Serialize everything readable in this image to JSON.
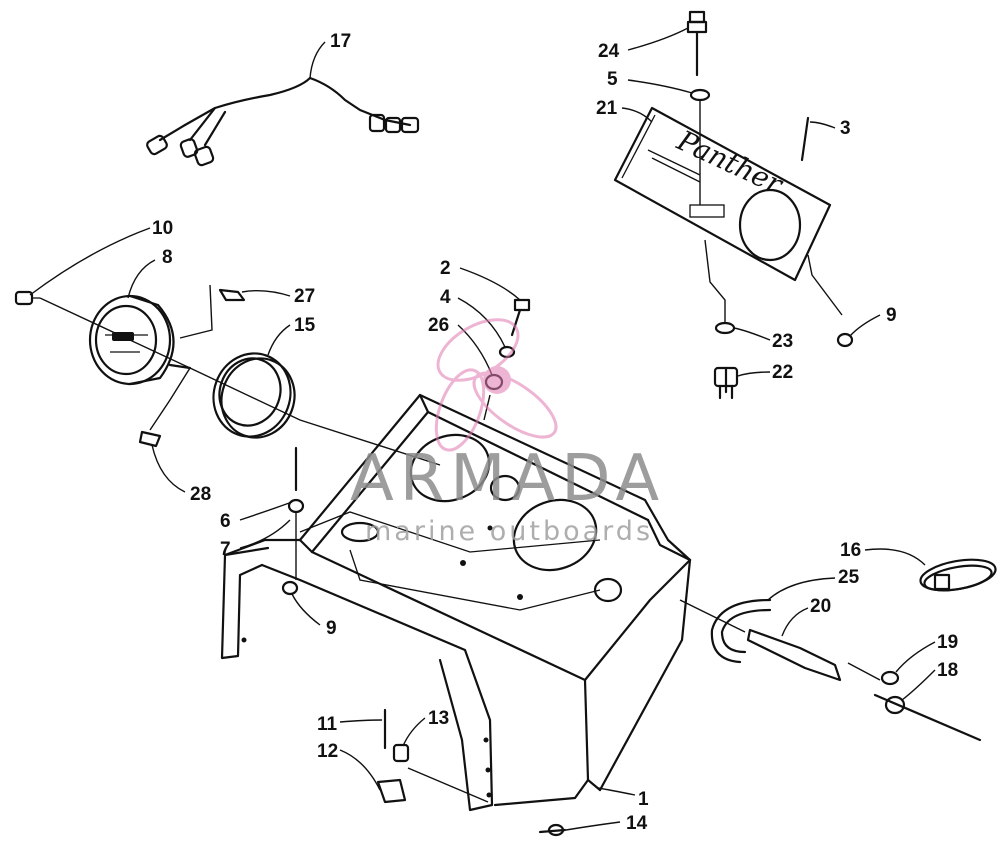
{
  "callouts": [
    {
      "id": "1",
      "label": "1"
    },
    {
      "id": "2",
      "label": "2"
    },
    {
      "id": "3",
      "label": "3"
    },
    {
      "id": "4",
      "label": "4"
    },
    {
      "id": "5",
      "label": "5"
    },
    {
      "id": "6",
      "label": "6"
    },
    {
      "id": "7",
      "label": "7"
    },
    {
      "id": "8",
      "label": "8"
    },
    {
      "id": "9a",
      "label": "9"
    },
    {
      "id": "9b",
      "label": "9"
    },
    {
      "id": "10",
      "label": "10"
    },
    {
      "id": "11",
      "label": "11"
    },
    {
      "id": "12",
      "label": "12"
    },
    {
      "id": "13",
      "label": "13"
    },
    {
      "id": "14",
      "label": "14"
    },
    {
      "id": "15",
      "label": "15"
    },
    {
      "id": "16",
      "label": "16"
    },
    {
      "id": "17",
      "label": "17"
    },
    {
      "id": "18",
      "label": "18"
    },
    {
      "id": "19",
      "label": "19"
    },
    {
      "id": "20",
      "label": "20"
    },
    {
      "id": "21",
      "label": "21"
    },
    {
      "id": "22",
      "label": "22"
    },
    {
      "id": "23",
      "label": "23"
    },
    {
      "id": "24",
      "label": "24"
    },
    {
      "id": "25",
      "label": "25"
    },
    {
      "id": "26",
      "label": "26"
    },
    {
      "id": "27",
      "label": "27"
    },
    {
      "id": "28",
      "label": "28"
    }
  ],
  "watermark": {
    "title": "ARMADA",
    "subtitle": "marine outboards",
    "logo_color": "#e07ab0"
  },
  "nameplate": {
    "script_text": "Panther"
  }
}
